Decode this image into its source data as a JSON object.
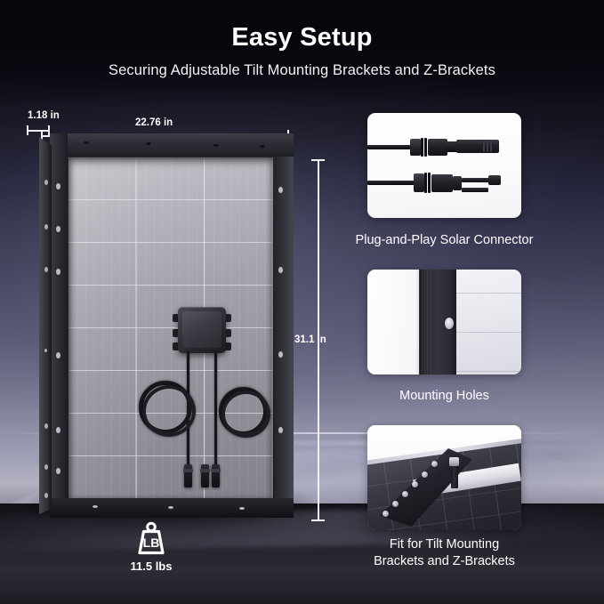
{
  "header": {
    "title": "Easy Setup",
    "subtitle": "Securing Adjustable Tilt Mounting Brackets and Z-Brackets"
  },
  "product": {
    "name": "solar-panel",
    "dimensions": {
      "thickness": "1.18 in",
      "width": "22.76 in",
      "height": "31.1 in"
    },
    "weight": {
      "icon_text": "LB",
      "value": "11.5 lbs"
    }
  },
  "feature_cards": [
    {
      "id": "solar-connector",
      "caption": "Plug-and-Play Solar Connector",
      "image_alt": "two black MC4 solar connectors with cables"
    },
    {
      "id": "mounting-holes",
      "caption": "Mounting Holes",
      "image_alt": "close-up of panel frame side showing a mounting hole"
    },
    {
      "id": "tilt-brackets",
      "caption_line1": "Fit for Tilt Mounting",
      "caption_line2": "Brackets and Z-Brackets",
      "image_alt": "Z-bracket with bolt attached to solar panel edge"
    }
  ],
  "colors": {
    "background_top": "#07070d",
    "background_mid": "#7c7c96",
    "background_light": "#b2b2c2",
    "background_floor": "#23232b",
    "text_primary": "#ffffff",
    "text_secondary": "#f2f2f6",
    "card_background": "#ffffff",
    "panel_frame": "#23232b",
    "panel_cells": "#a3a3ac",
    "dimension_line": "#f0f0f4"
  }
}
